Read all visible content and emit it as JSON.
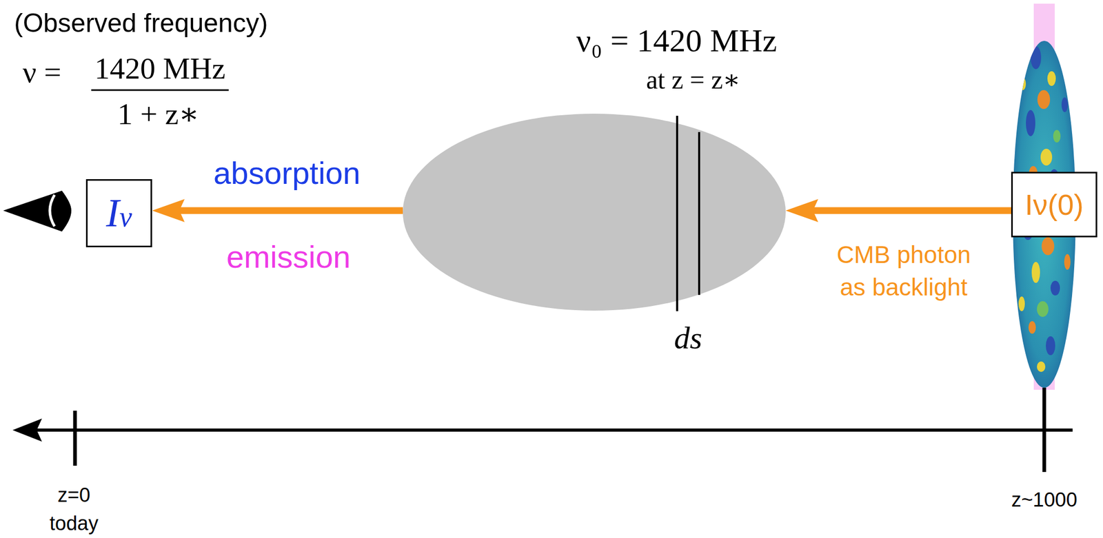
{
  "diagram": {
    "nodes": [
      {
        "text": [
          "Iν"
        ]
      },
      {
        "text": [
          "ds"
        ]
      },
      {
        "text": [
          "Iν(0)"
        ]
      }
    ],
    "edges": [
      {
        "from": 2,
        "to": 1,
        "arrow": "to"
      },
      {
        "from": 1,
        "to": 0,
        "arrow": "to"
      }
    ],
    "labels": [
      "(Observed frequency)",
      "ν =",
      "1420 MHz",
      "1 + z∗",
      "ν₀ = 1420 MHz",
      "at z = z∗",
      "absorption",
      "emission",
      "CMB photon as backlight",
      "z=0 today",
      "z~1000"
    ]
  }
}
